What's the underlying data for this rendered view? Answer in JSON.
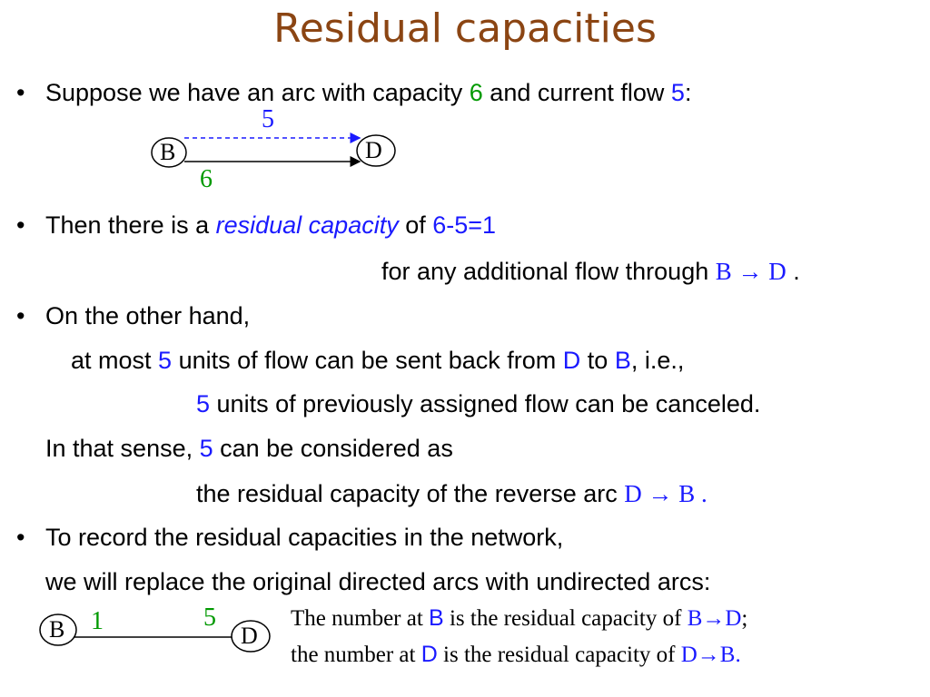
{
  "title": "Residual capacities",
  "bullet_char": "•",
  "b1": {
    "prefix": "Suppose we have an arc with capacity ",
    "capacity": "6",
    "mid": " and current flow ",
    "flow": "5",
    "suffix": ":"
  },
  "diagram1": {
    "node_b": "B",
    "node_d": "D",
    "flow_label": "5",
    "capacity_label": "6"
  },
  "b2": {
    "prefix": "Then there is a ",
    "term": "residual capacity",
    "mid": " of ",
    "expr": "6-5=1"
  },
  "b2_line2": {
    "text": "for any additional flow through ",
    "b": "B",
    "arrow": "→",
    "d": "D",
    "end": " ."
  },
  "b3": {
    "text": "On the other hand,"
  },
  "b3_line2": {
    "prefix": "at most ",
    "num": "5",
    "mid": " units of flow can be sent back from ",
    "d": "D",
    "to": " to ",
    "b": "B",
    "suffix": ", i.e.,"
  },
  "b3_line3": {
    "num": "5",
    "text": " units of previously assigned flow can be canceled."
  },
  "b3_line4": {
    "prefix": "In that sense, ",
    "num": "5",
    "suffix": " can be considered as"
  },
  "b3_line5": {
    "text": "the residual capacity of the reverse arc ",
    "d": "D",
    "arrow": "→",
    "b": "B",
    "end": " ."
  },
  "b4": {
    "text": "To record the residual capacities in the network,"
  },
  "b4_line2": {
    "text": "we will replace the original directed arcs with undirected arcs:"
  },
  "diagram2": {
    "node_b": "B",
    "node_d": "D",
    "label_b": "1",
    "label_d": "5"
  },
  "note_line1": {
    "p1": "The number at ",
    "b": "B",
    "p2": " is the residual capacity of ",
    "arc": "B→D",
    "end": ";"
  },
  "note_line2": {
    "p1": "the number at ",
    "d": "D",
    "p2": " is the residual capacity of ",
    "arc": "D→B."
  },
  "colors": {
    "title": "#8B4513",
    "blue": "#1a1aff",
    "green": "#009900"
  }
}
